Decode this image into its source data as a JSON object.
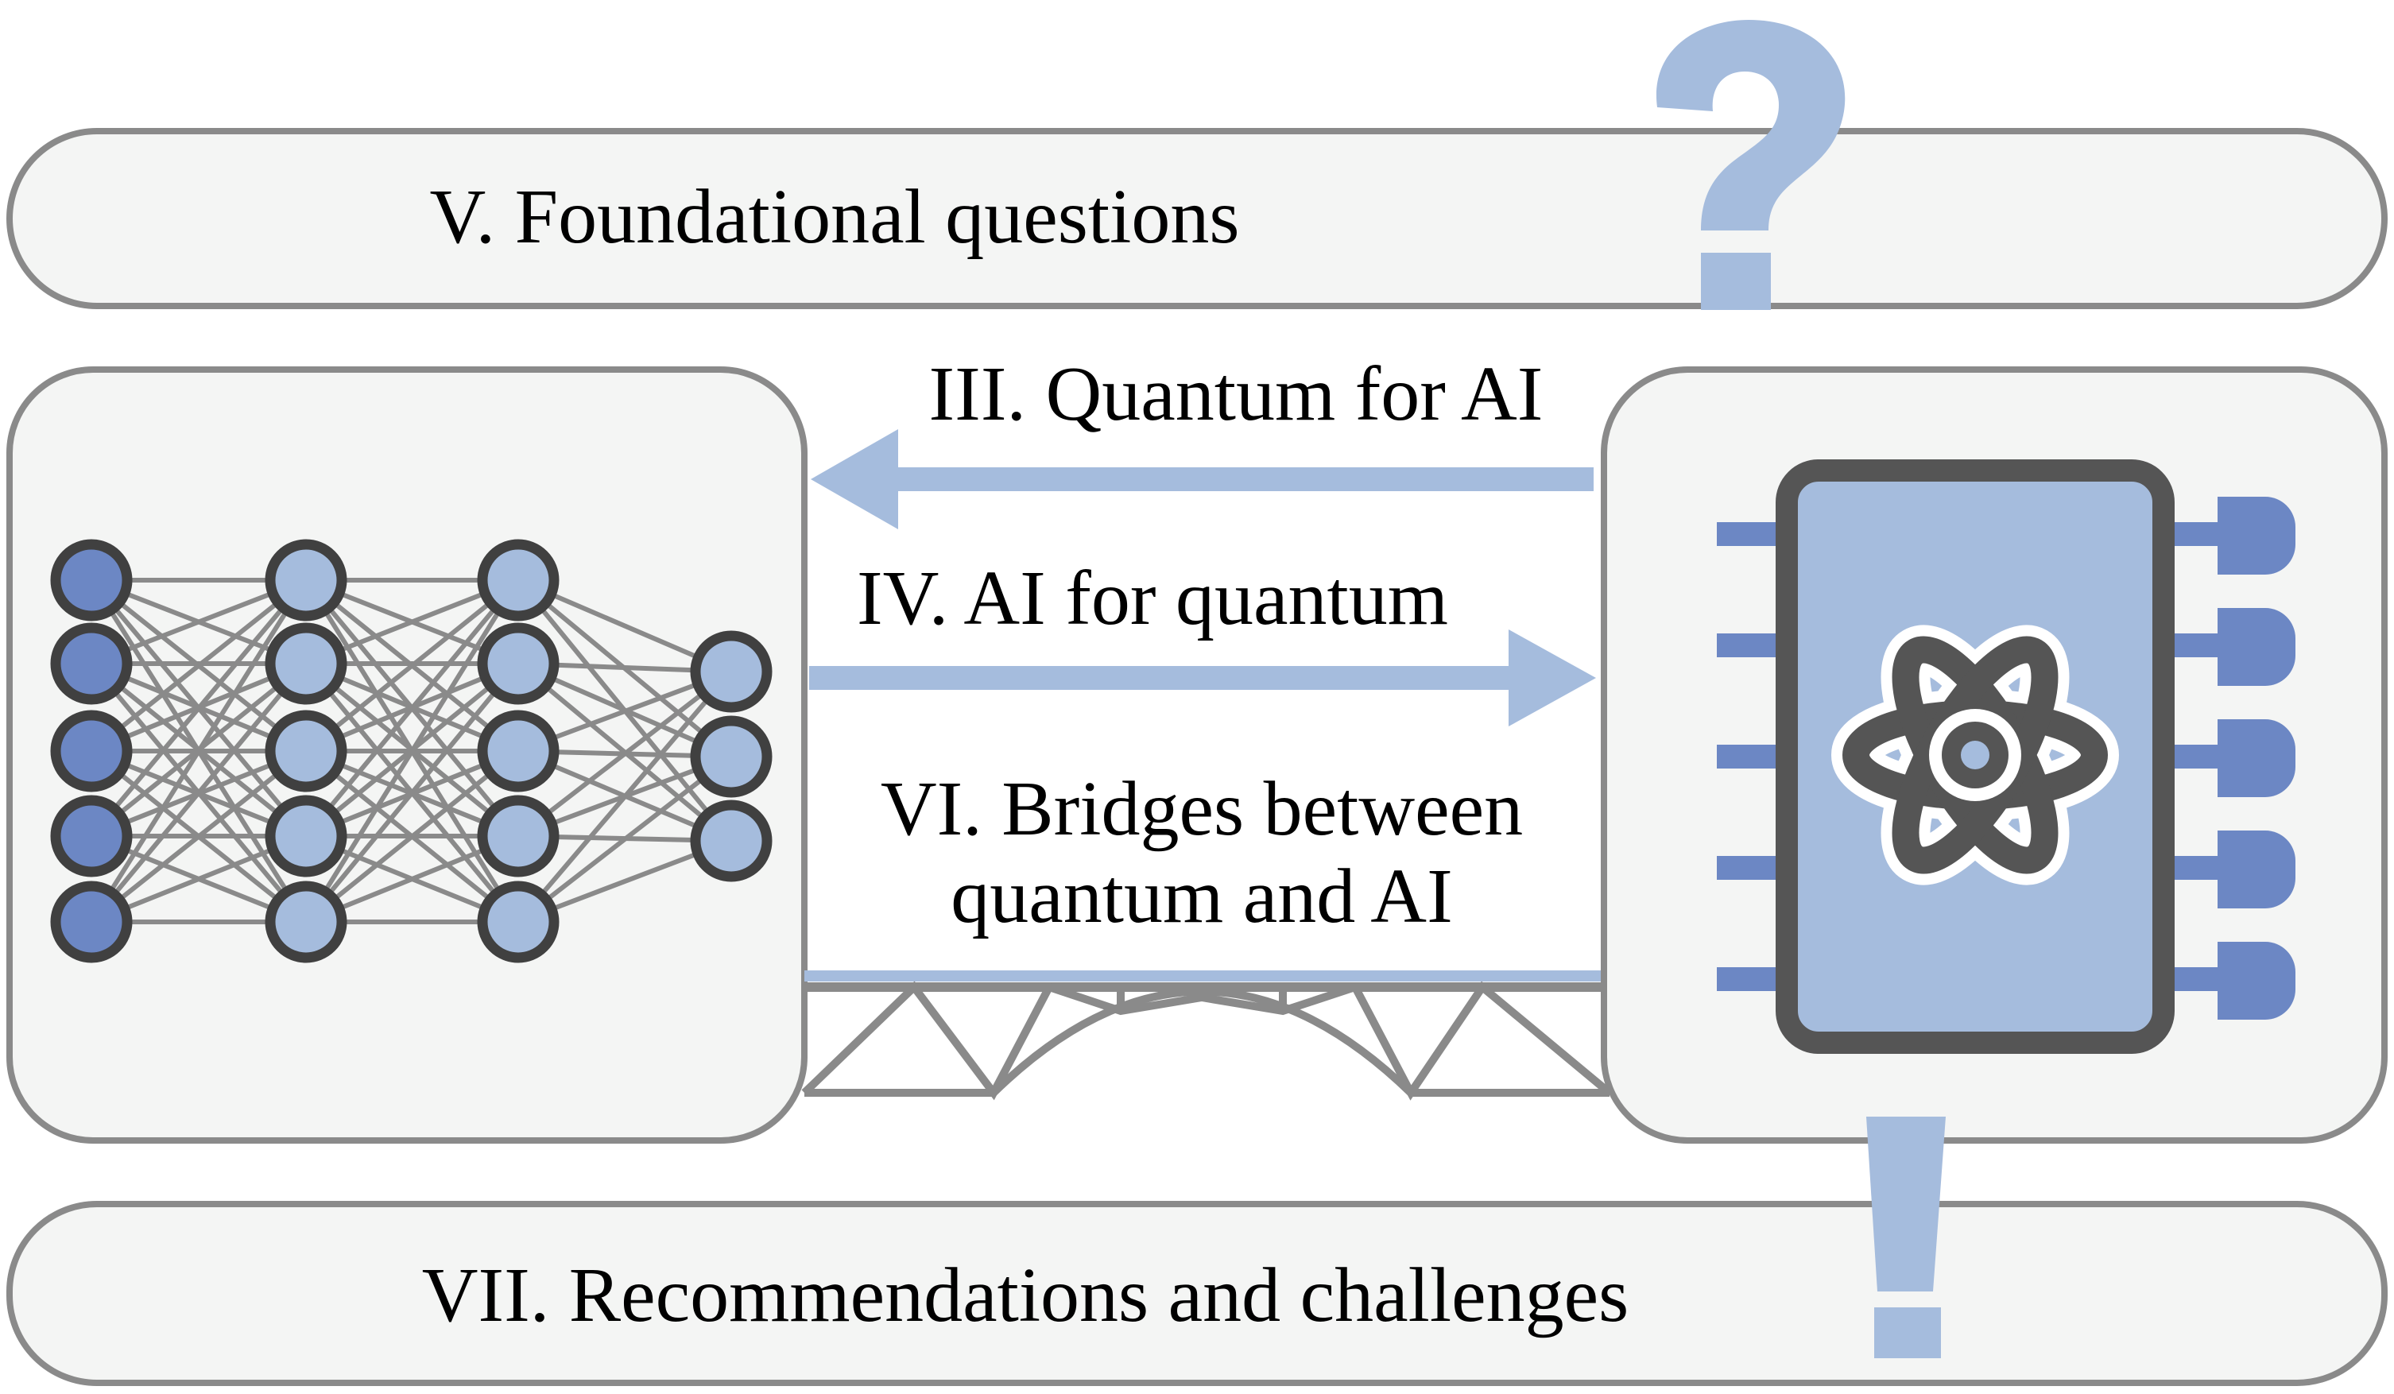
{
  "sections": {
    "foundational": "V. Foundational questions",
    "quantum_for_ai": "III. Quantum for AI",
    "ai_for_quantum": "IV. AI for quantum",
    "bridges_line1": "VI. Bridges between",
    "bridges_line2": "quantum and AI",
    "recommendations": "VII. Recommendations and challenges"
  },
  "icons": {
    "top_symbol": "question-mark-icon",
    "bottom_symbol": "exclamation-mark-icon",
    "left_panel": "neural-network-icon",
    "right_panel": "quantum-chip-icon",
    "bridge": "bridge-icon"
  },
  "neural_network": {
    "layers": [
      5,
      5,
      5,
      3
    ]
  },
  "colors": {
    "accent_light": "#a5bcdd",
    "accent_dark": "#6c87c4",
    "stroke_gray": "#8a8a8a",
    "panel_fill": "#f4f5f4",
    "chip_frame": "#555555"
  }
}
